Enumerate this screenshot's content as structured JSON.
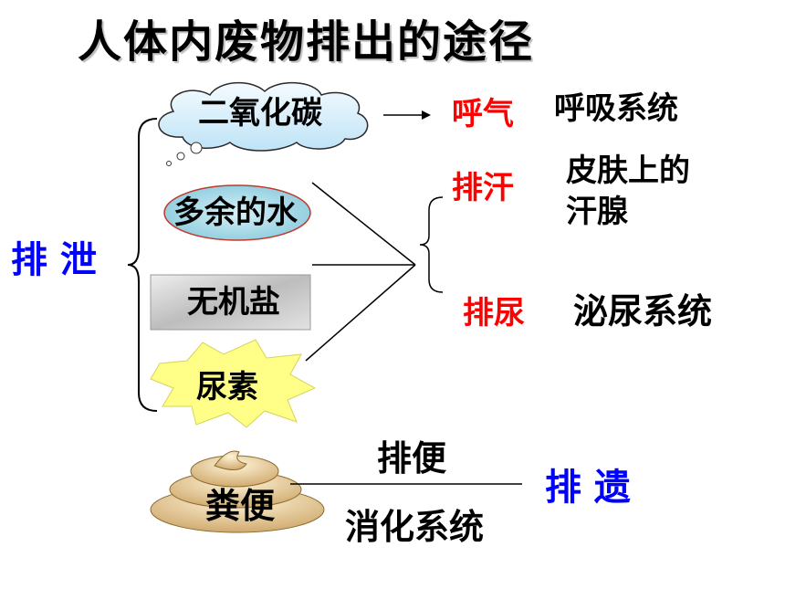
{
  "title": "人体内废物排出的途径",
  "excretion": {
    "label": "排 泄",
    "substances": {
      "co2": "二氧化碳",
      "water": "多余的水",
      "salt": "无机盐",
      "urea": "尿素"
    },
    "routes": {
      "breath": {
        "method": "呼气",
        "system": "呼吸系统"
      },
      "sweat": {
        "method": "排汗",
        "system_line1": "皮肤上的",
        "system_line2": "汗腺"
      },
      "urine": {
        "method": "排尿",
        "system": "泌尿系统"
      }
    }
  },
  "egestion": {
    "substance": "粪便",
    "method": "排便",
    "system": "消化系统",
    "label": "排 遗"
  },
  "colors": {
    "method_red": "#ff0000",
    "label_blue": "#0000ff"
  }
}
